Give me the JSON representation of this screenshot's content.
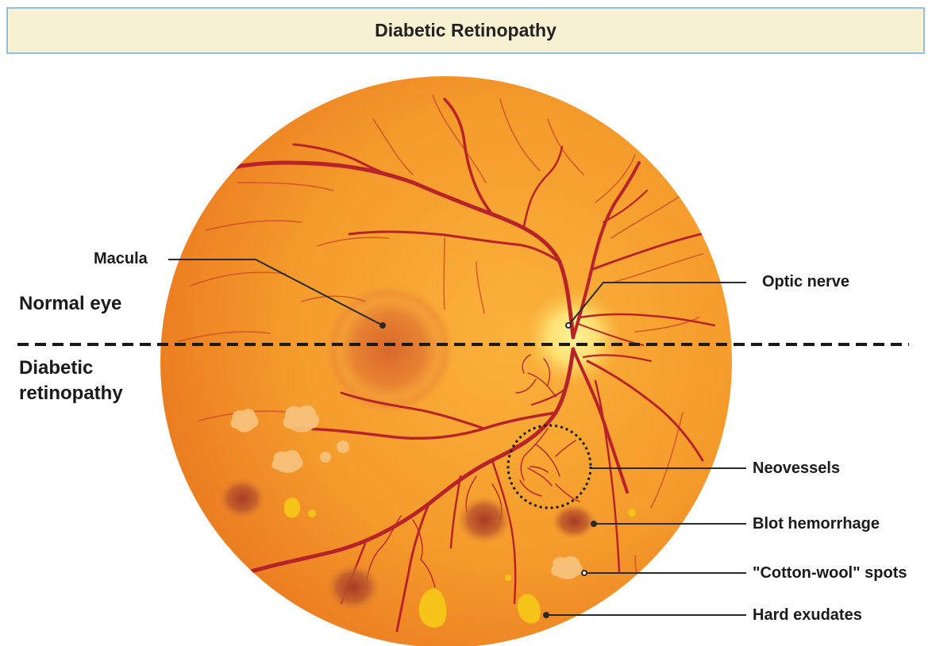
{
  "title": "Diabetic Retinopathy",
  "sections": {
    "top": "Normal eye",
    "bottom_line1": "Diabetic",
    "bottom_line2": "retinopathy"
  },
  "labels": {
    "macula": "Macula",
    "optic_nerve": "Optic nerve",
    "neovessels": "Neovessels",
    "blot_hemorrhage": "Blot hemorrhage",
    "cotton_wool": "\"Cotton-wool\" spots",
    "hard_exudates": "Hard exudates"
  },
  "colors": {
    "fundus": "#f39a2a",
    "vessel": "#b8232a",
    "title_bg": "#f8f1d2",
    "title_border": "#8fc1e3"
  }
}
